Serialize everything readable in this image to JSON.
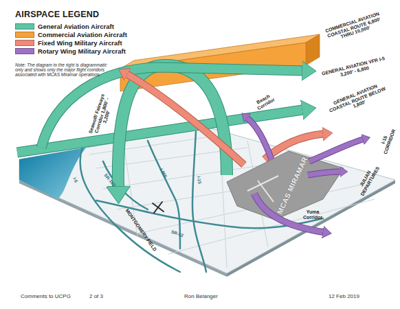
{
  "diagram": {
    "title": "AIRSPACE LEGEND",
    "nodes": [
      {
        "text": [
          "MCAS MIRAMAR"
        ]
      }
    ],
    "labels": [
      "Note: The diagram to the right is diagrammatic only and shows only the major flight corridors associated with MCAS Miramar operations.",
      "COMMERCIAL AVIATION COASTAL ROUTE 6,800' THRU 10,000'",
      "GENERAL AVIATION VFR I-5 3,200' - 6,800",
      "GENERAL AVIATION COASTAL ROUTE BELOW 1,800'",
      "Seawolf/ Fairways Corridor 1,800' - 3,200'",
      "Beach Corridor",
      "JULIAN DEPARTURES",
      "I-15 CORRIDOR",
      "Yuma Corridor",
      "I-5",
      "SR-163",
      "I-805",
      "I-15",
      "SR-52",
      "MONTGOMERY FIELD",
      "Comments to UCPG",
      "2 of 3",
      "Ron Belanger",
      "12 Feb 2019"
    ],
    "legend": [
      {
        "text": "General Aviation Aircraft",
        "color": "#5fc4a4"
      },
      {
        "text": "Commercial Aviation Aircraft",
        "color": "#f5a23a"
      },
      {
        "text": "Fixed Wing Military Aircraft",
        "color": "#ee8a78"
      },
      {
        "text": "Rotary Wing Military Aircraft",
        "color": "#9d72c3"
      }
    ]
  }
}
